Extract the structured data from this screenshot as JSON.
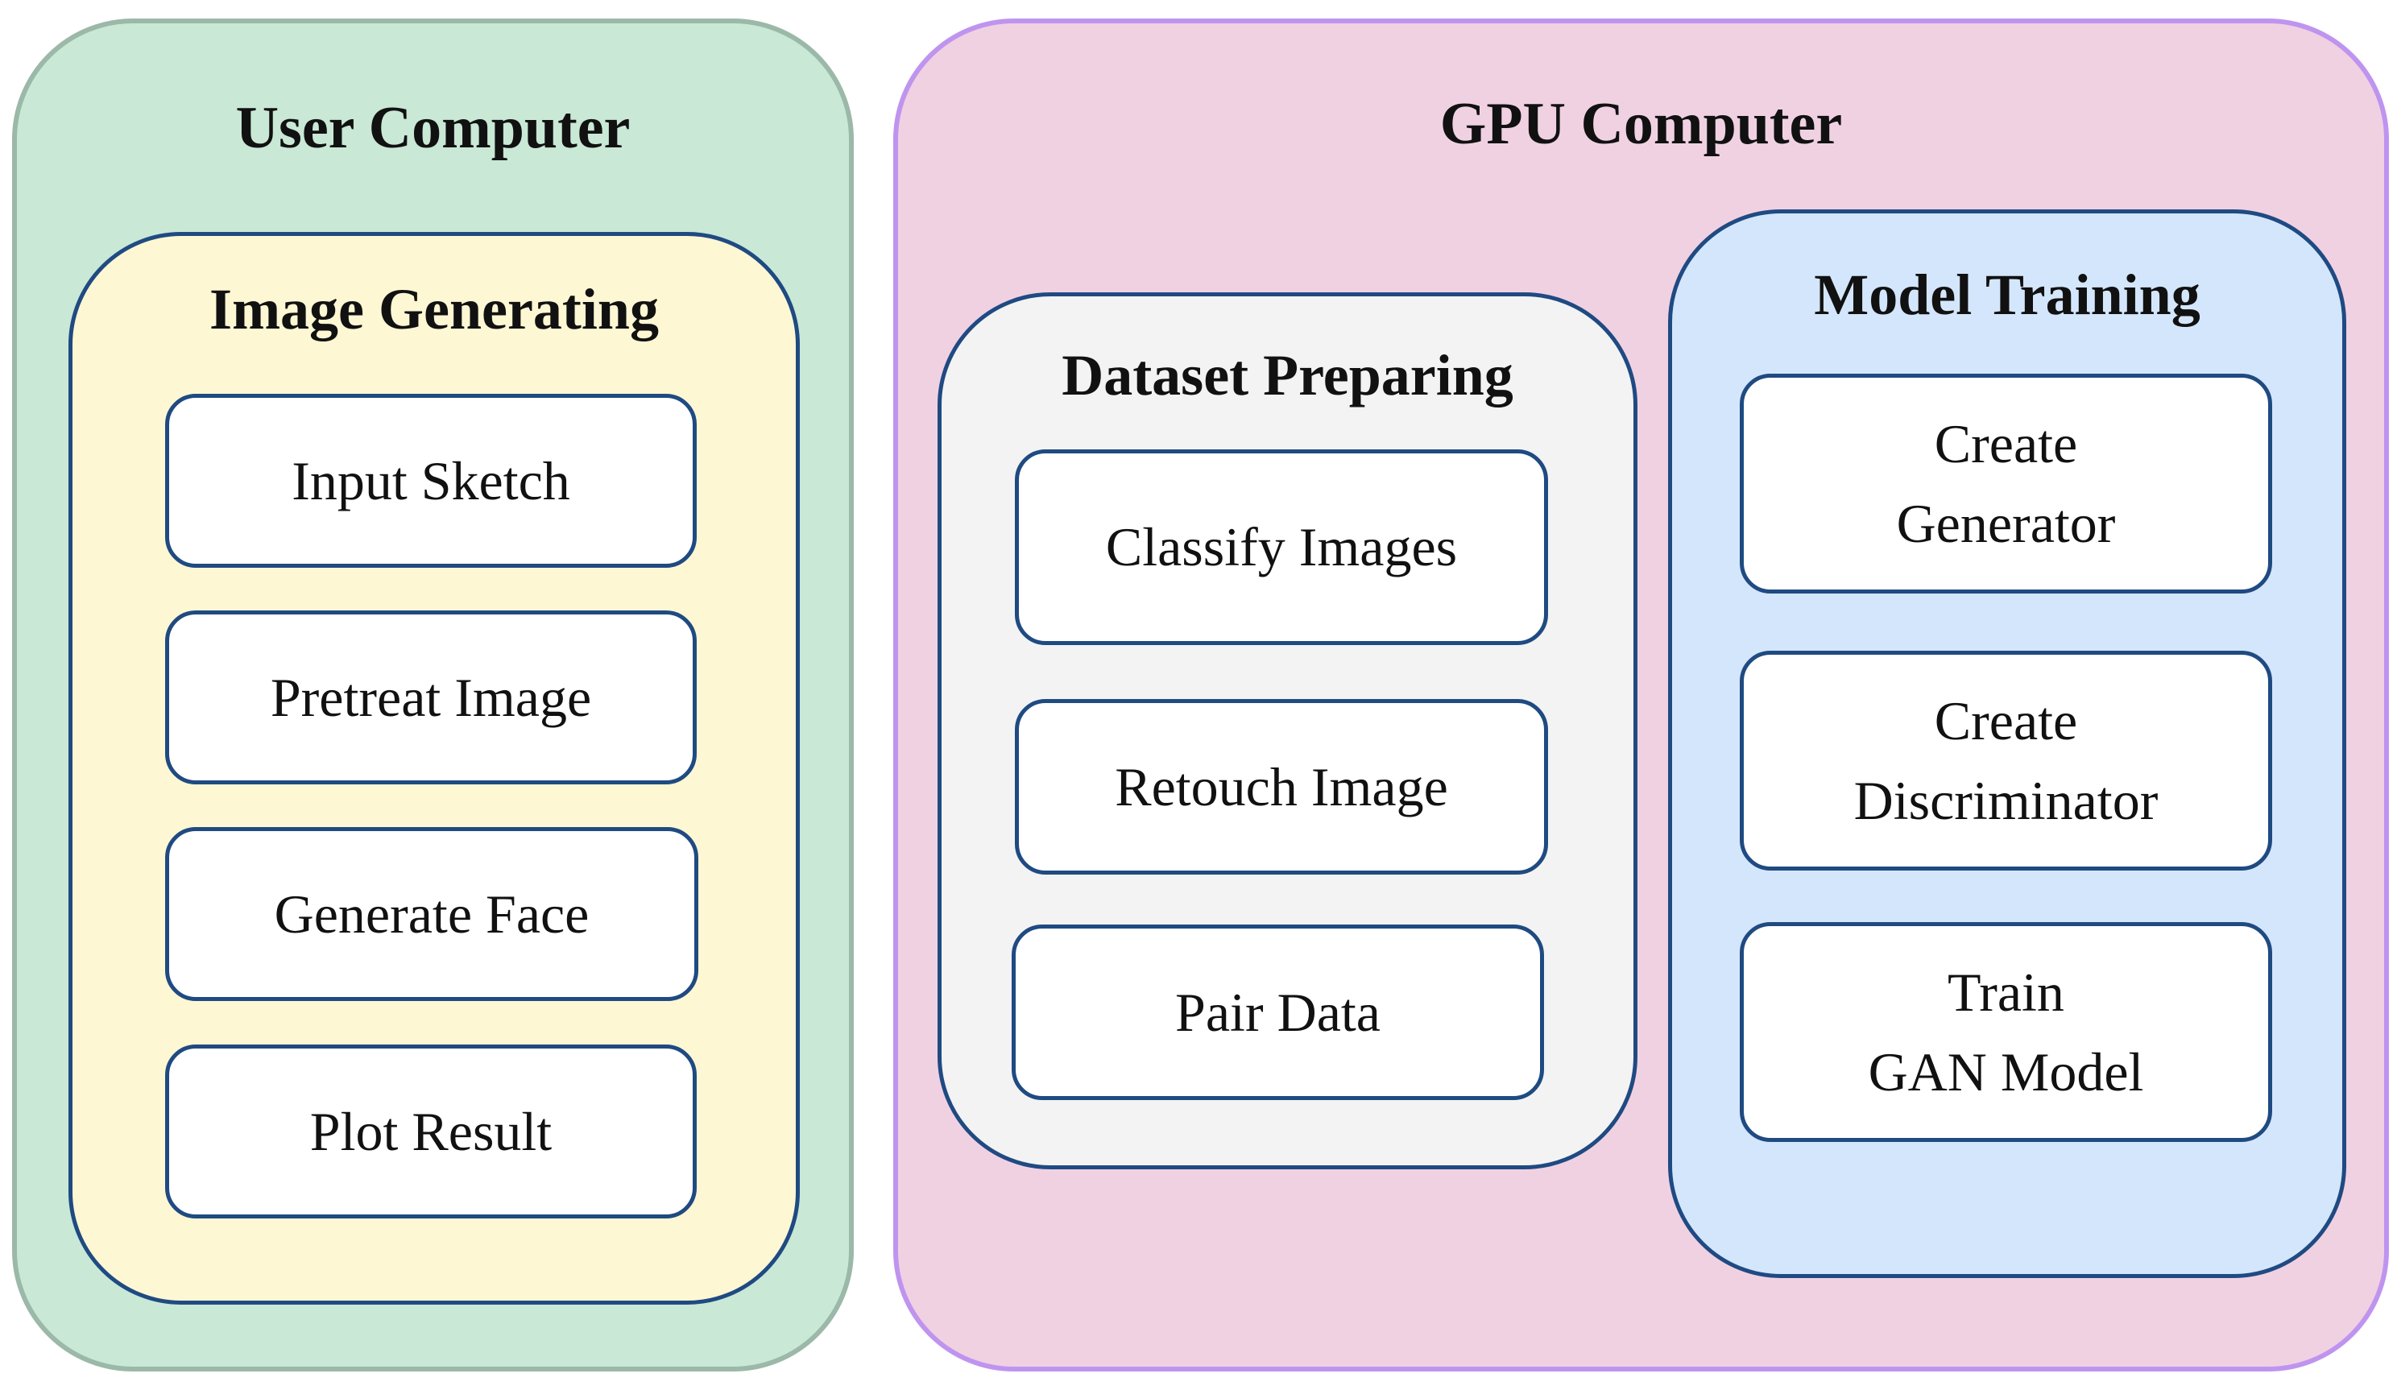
{
  "user_computer": {
    "title": "User Computer",
    "image_generating": {
      "title": "Image Generating",
      "steps": [
        "Input Sketch",
        "Pretreat Image",
        "Generate Face",
        "Plot Result"
      ]
    }
  },
  "gpu_computer": {
    "title": "GPU Computer",
    "dataset_preparing": {
      "title": "Dataset Preparing",
      "steps": [
        "Classify Images",
        "Retouch Image",
        "Pair Data"
      ]
    },
    "model_training": {
      "title": "Model Training",
      "steps": [
        "Create\nGenerator",
        "Create\nDiscriminator",
        "Train\nGAN Model"
      ]
    }
  },
  "colors": {
    "user_bg": "#c9e8d6",
    "gpu_bg": "#f0d1e2",
    "image_generating_bg": "#fdf7d3",
    "dataset_bg": "#f3f3f3",
    "model_bg": "#d4e6fb",
    "step_border": "#1f4a82"
  }
}
